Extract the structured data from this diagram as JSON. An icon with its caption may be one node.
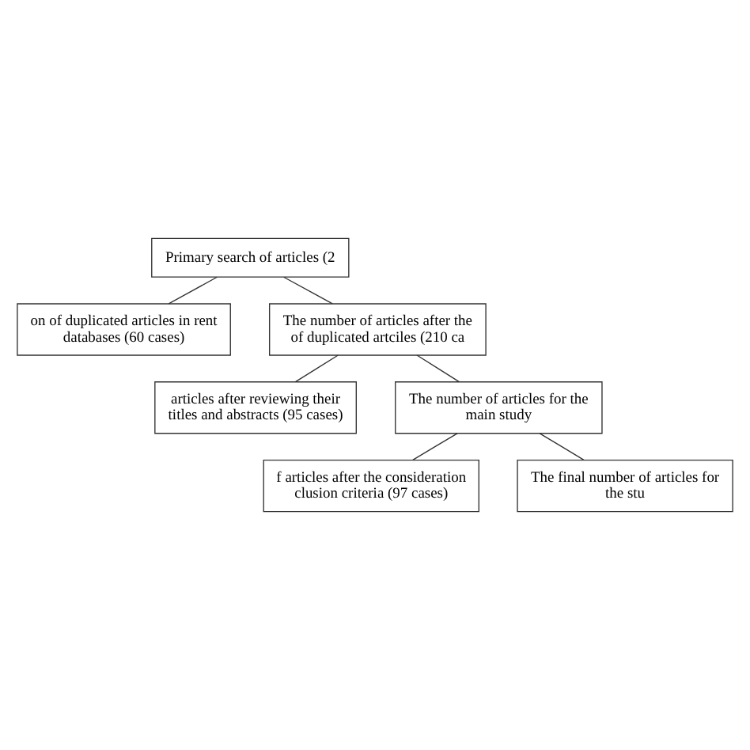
{
  "diagram": {
    "nodes": [
      {
        "text": [
          "Primary search of articles (2"
        ]
      },
      {
        "text": [
          "on of duplicated articles in rent databases (60 cases)"
        ]
      },
      {
        "text": [
          "The number of articles after the of duplicated artciles (210 ca"
        ]
      },
      {
        "text": [
          "articles after reviewing their titles and abstracts (95 cases)"
        ]
      },
      {
        "text": [
          "The number of articles for the main study"
        ]
      },
      {
        "text": [
          "f articles after the consideration clusion criteria (97 cases)"
        ]
      },
      {
        "text": [
          "The final number of articles for the stu"
        ]
      }
    ],
    "edges": [
      {
        "from": 0,
        "to": 1,
        "arrow": "none"
      },
      {
        "from": 0,
        "to": 2,
        "arrow": "none"
      },
      {
        "from": 2,
        "to": 3,
        "arrow": "none"
      },
      {
        "from": 2,
        "to": 4,
        "arrow": "none"
      },
      {
        "from": 4,
        "to": 5,
        "arrow": "none"
      },
      {
        "from": 4,
        "to": 6,
        "arrow": "none"
      }
    ]
  }
}
